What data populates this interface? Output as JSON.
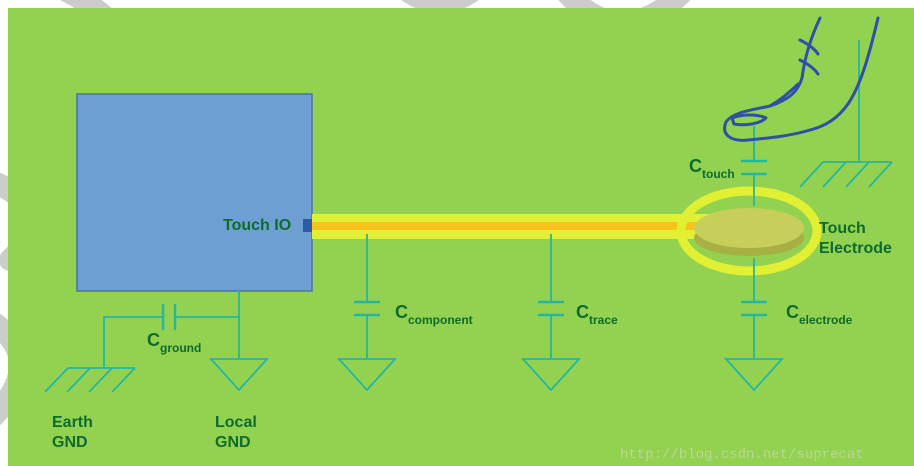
{
  "colors": {
    "background": "#93d250",
    "block_fill": "#6e9fd2",
    "block_stroke": "#4a72a6",
    "wire": "#23b7a2",
    "trace_glow": "#e2f034",
    "trace_core": "#f7c31a",
    "electrode": "#c7cf5a",
    "label": "#0d6b2c",
    "finger": "#2f4fa8",
    "deco_arc": "#cccccc"
  },
  "labels": {
    "touch_io": "Touch IO",
    "electrode_line1": "Touch",
    "electrode_line2": "Electrode",
    "earth_line1": "Earth",
    "earth_line2": "GND",
    "local_line1": "Local",
    "local_line2": "GND"
  },
  "capacitors": {
    "ground": {
      "symbol": "C",
      "subscript": "ground"
    },
    "component": {
      "symbol": "C",
      "subscript": "component"
    },
    "trace": {
      "symbol": "C",
      "subscript": "trace"
    },
    "electrode": {
      "symbol": "C",
      "subscript": "electrode"
    },
    "touch": {
      "symbol": "C",
      "subscript": "touch"
    }
  },
  "icons": {
    "finger": "finger-icon",
    "earth_ground": "earth-ground-icon",
    "chassis_ground": "chassis-ground-icon",
    "signal_ground": "signal-ground-icon"
  },
  "watermark": "http://blog.csdn.net/suprecat"
}
